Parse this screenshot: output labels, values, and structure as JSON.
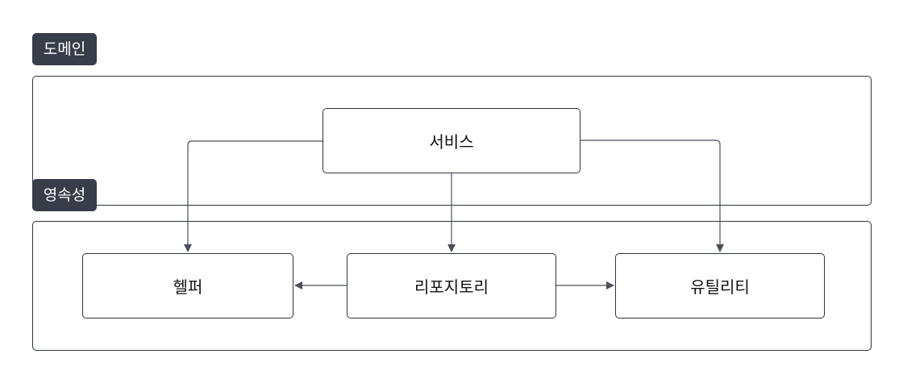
{
  "colors": {
    "tag_bg": "#373d49",
    "border": "#2e3440",
    "edge": "#4a4f5a"
  },
  "groups": {
    "domain": {
      "label": "도메인"
    },
    "persistence": {
      "label": "영속성"
    }
  },
  "nodes": {
    "service": "서비스",
    "helper": "헬퍼",
    "repository": "리포지토리",
    "utility": "유틸리티"
  },
  "edges": [
    {
      "from": "service",
      "to": "helper"
    },
    {
      "from": "service",
      "to": "repository"
    },
    {
      "from": "service",
      "to": "utility"
    },
    {
      "from": "repository",
      "to": "helper"
    },
    {
      "from": "repository",
      "to": "utility"
    }
  ]
}
